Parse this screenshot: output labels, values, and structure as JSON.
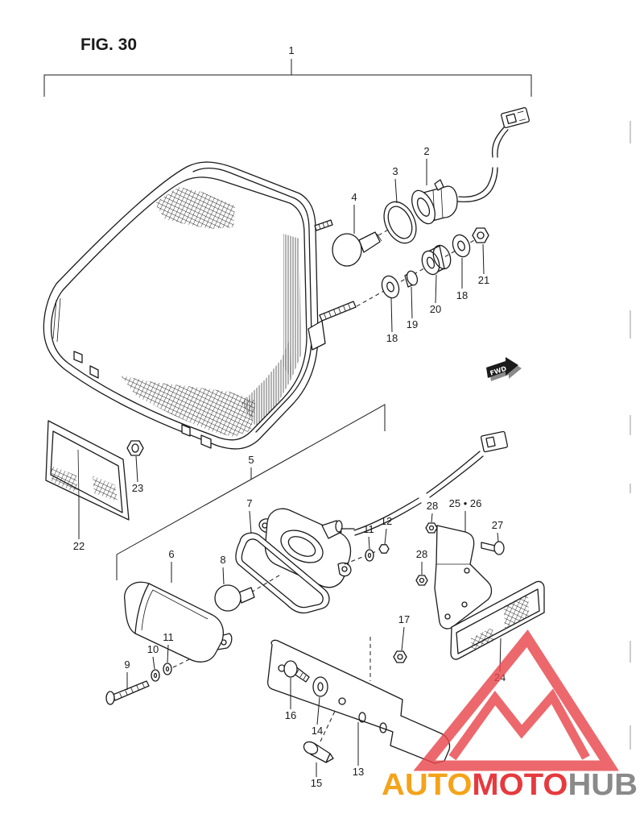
{
  "figure": {
    "title": "FIG. 30"
  },
  "callouts": {
    "p1": "1",
    "p2": "2",
    "p3": "3",
    "p4": "4",
    "p5": "5",
    "p6": "6",
    "p7": "7",
    "p8": "8",
    "p9": "9",
    "p10": "10",
    "p11_right": "11",
    "p11_left": "11",
    "p12": "12",
    "p13": "13",
    "p14": "14",
    "p15": "15",
    "p16": "16",
    "p17": "17",
    "p18_right": "18",
    "p18_left": "18",
    "p19": "19",
    "p20": "20",
    "p21": "21",
    "p22": "22",
    "p23": "23",
    "p24": "24",
    "p25_26": "25 • 26",
    "p27": "27",
    "p28_upper": "28",
    "p28_lower": "28"
  },
  "fwd_badge": {
    "text": "FWD"
  },
  "watermark": {
    "text_1": "AUTO",
    "text_2": "MOTO",
    "text_3": "HUB",
    "colors": {
      "auto": "#f5a31a",
      "moto": "#e63a3f",
      "hub": "#8a8a8a",
      "logo": "#e8474c"
    }
  },
  "colors": {
    "line": "#1b1b1b",
    "background": "#ffffff"
  }
}
